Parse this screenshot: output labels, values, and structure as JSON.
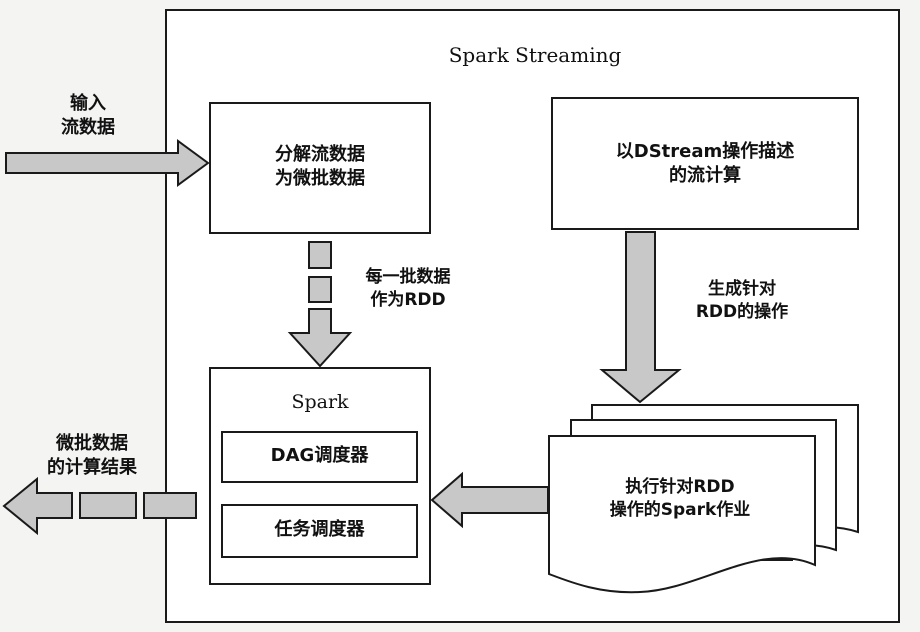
{
  "diagram": {
    "container_title": "Spark Streaming",
    "input": {
      "line1": "输入",
      "line2": "流数据"
    },
    "split_box": {
      "line1": "分解流数据",
      "line2": "为微批数据"
    },
    "dstream_box": {
      "line1": "以DStream操作描述",
      "line2": "的流计算"
    },
    "batch_label": {
      "line1": "每一批数据",
      "line2": "作为RDD"
    },
    "generate_label": {
      "line1": "生成针对",
      "line2": "RDD的操作"
    },
    "spark_box": {
      "title": "Spark",
      "dag_scheduler": "DAG调度器",
      "task_scheduler": "任务调度器"
    },
    "jobs_doc": {
      "line1": "执行针对RDD",
      "line2": "操作的Spark作业"
    },
    "output": {
      "line1": "微批数据",
      "line2": "的计算结果"
    }
  },
  "colors": {
    "arrow_fill": "#c8c8c8",
    "stroke": "#1a1a1a",
    "box_fill": "#ffffff",
    "background": "#f4f4f2"
  }
}
